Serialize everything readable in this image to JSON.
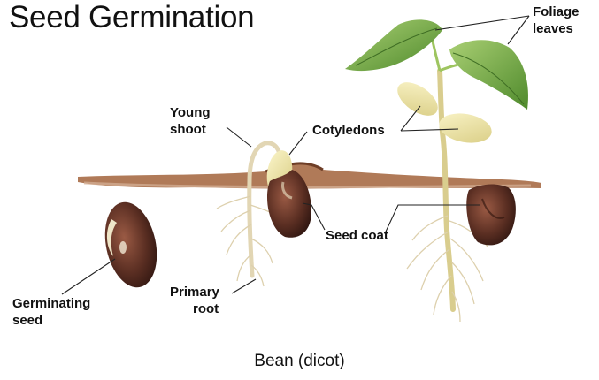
{
  "title": "Seed Germination",
  "caption": "Bean (dicot)",
  "labels": {
    "foliage_leaves": [
      "Foliage",
      "leaves"
    ],
    "young_shoot": [
      "Young",
      "shoot"
    ],
    "cotyledons": "Cotyledons",
    "seed_coat": "Seed coat",
    "germinating_seed": [
      "Germinating",
      "seed"
    ],
    "primary_root": [
      "Primary",
      "root"
    ]
  },
  "colors": {
    "soil": "#8b5a3c",
    "seed": "#5a2e22",
    "leaf": "#7fae4a",
    "cotyledon": "#f0e7a8",
    "stem": "#d9c9a0"
  }
}
